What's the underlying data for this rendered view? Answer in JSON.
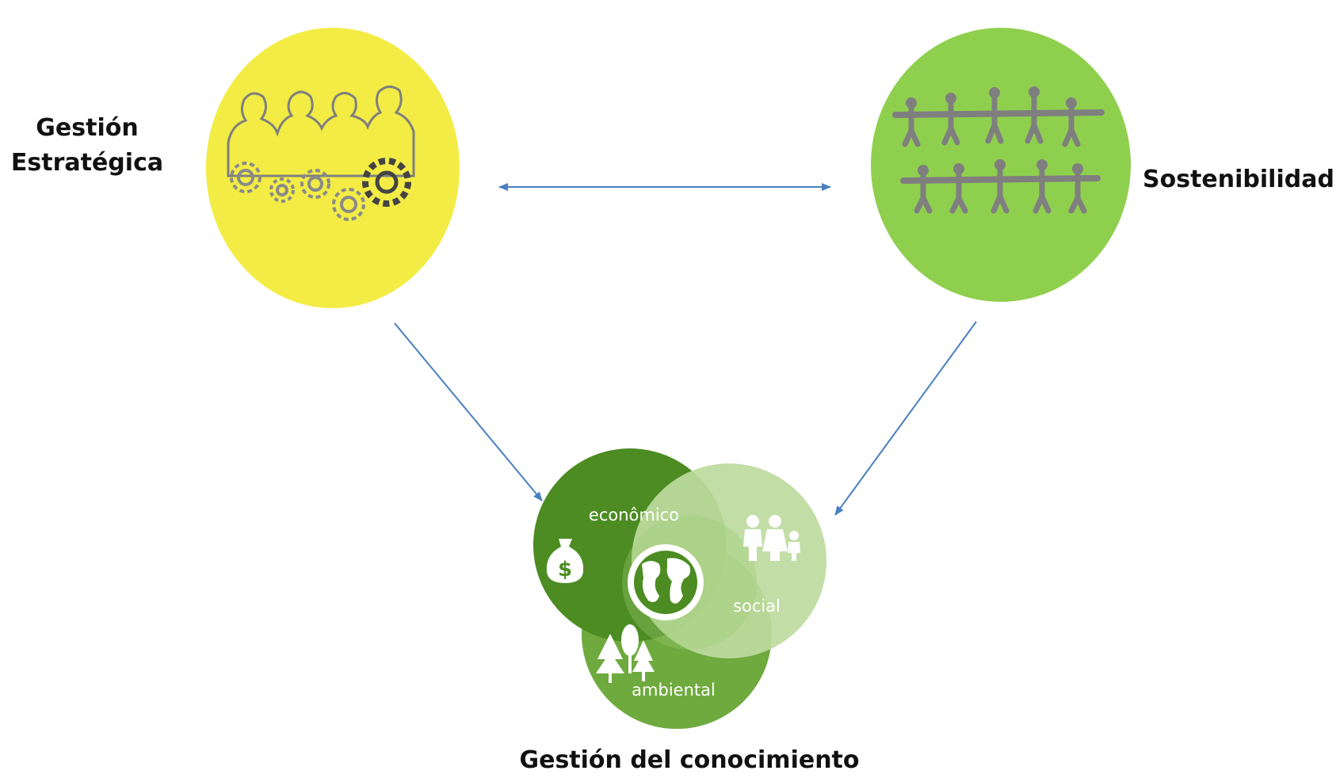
{
  "nodes": {
    "strategic": {
      "label_line1": "Gestión",
      "label_line2": "Estratégica",
      "color": "#F2EC45"
    },
    "sustainability": {
      "label": "Sostenibilidad",
      "color": "#8FCF4E"
    },
    "knowledge": {
      "label": "Gestión del conocimiento"
    }
  },
  "venn": {
    "economic": {
      "label": "econômico",
      "color": "#4C8C22"
    },
    "social": {
      "label": "social",
      "color": "#BDDB9E"
    },
    "environmental": {
      "label": "ambiental",
      "color": "#6EAA3E"
    }
  },
  "colors": {
    "arrow": "#4A7FC0",
    "icon_gray": "#7F7F7F",
    "white": "#FFFFFF"
  },
  "icons": [
    "people-gears-icon",
    "rope-people-icon",
    "money-bag-icon",
    "family-icon",
    "trees-icon",
    "globe-icon"
  ]
}
